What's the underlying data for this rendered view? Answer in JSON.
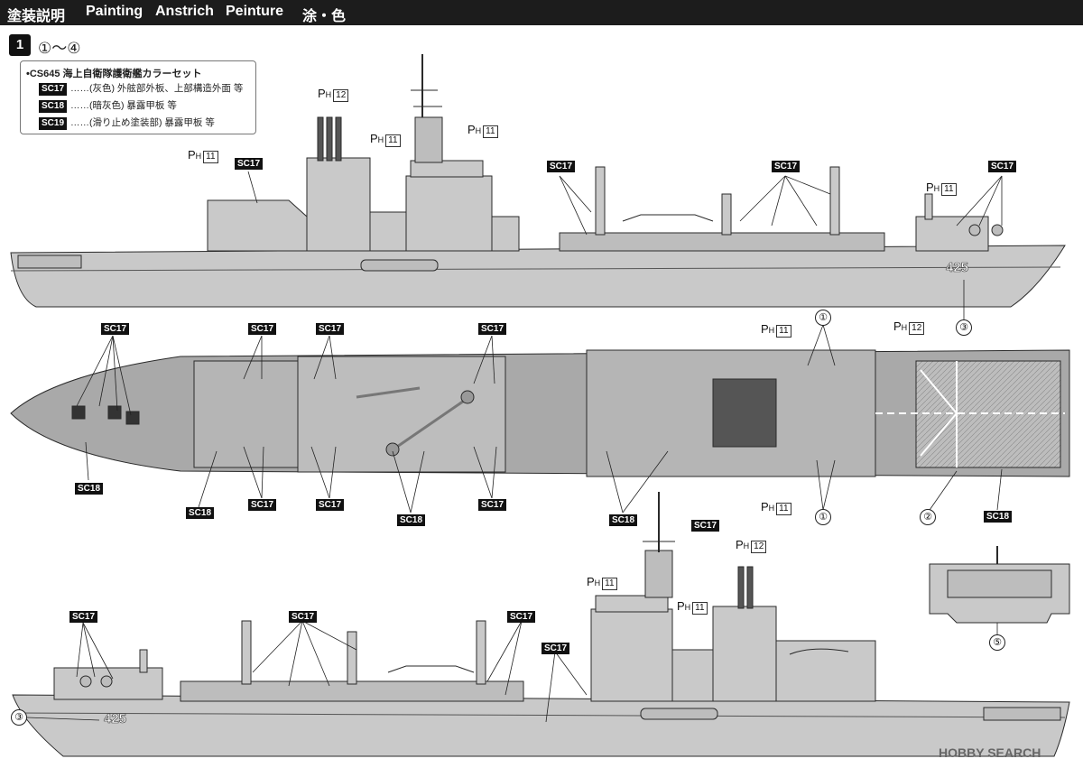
{
  "header": {
    "jp_title": "塗装説明",
    "en_title": "Painting",
    "de_title": "Anstrich",
    "fr_title": "Peinture",
    "cn_title": "涂・色"
  },
  "step": {
    "number": "1",
    "range": "①〜④"
  },
  "legend": {
    "set_title": "•CS645 海上自衛隊護衛艦カラーセット",
    "items": [
      {
        "code": "SC17",
        "desc": "……(灰色) 外舷部外板、上部構造外面 等"
      },
      {
        "code": "SC18",
        "desc": "……(暗灰色) 暴露甲板 等"
      },
      {
        "code": "SC19",
        "desc": "……(滑り止め塗装部) 暴露甲板 等"
      }
    ]
  },
  "labels": {
    "sc17": "SC17",
    "sc18": "SC18",
    "ph": "P",
    "ph_sub": "H",
    "n11": "11",
    "n12": "12",
    "c1": "①",
    "c2": "②",
    "c3": "③",
    "c5": "⑤",
    "hull_number": "425"
  },
  "colors": {
    "hull": "#c9c9c9",
    "deck": "#a9a9a9",
    "outline": "#2a2a2a",
    "header_bg": "#1c1c1c"
  },
  "watermark": "HOBBY SEARCH"
}
